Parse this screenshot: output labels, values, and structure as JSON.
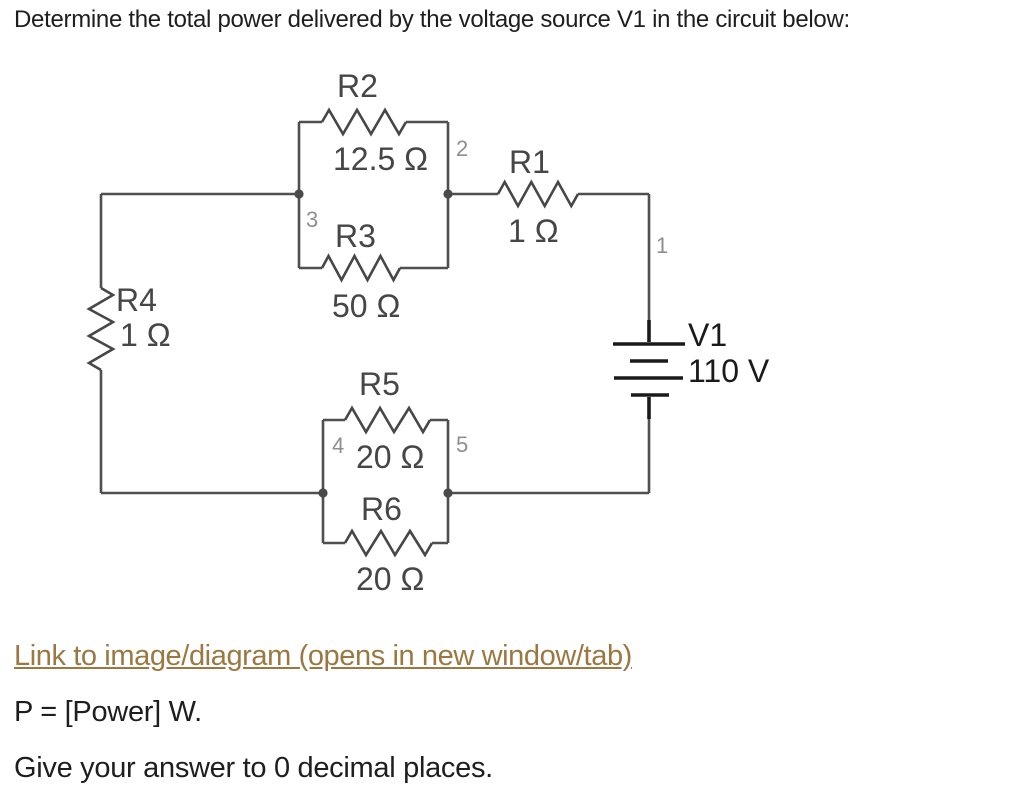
{
  "question": {
    "title": "Determine the total power delivered by the voltage source V1 in the circuit below:",
    "answer_format": "P = [Power] W.",
    "instruction": "Give your answer to 0 decimal places."
  },
  "diagram_link": {
    "label": "Link to image/diagram (opens in new window/tab)"
  },
  "circuit": {
    "source": {
      "name": "V1",
      "value": "110 V"
    },
    "resistors": {
      "r1": {
        "name": "R1",
        "value": "1 Ω"
      },
      "r2": {
        "name": "R2",
        "value": "12.5 Ω"
      },
      "r3": {
        "name": "R3",
        "value": "50 Ω"
      },
      "r4": {
        "name": "R4",
        "value": "1 Ω"
      },
      "r5": {
        "name": "R5",
        "value": "20 Ω"
      },
      "r6": {
        "name": "R6",
        "value": "20 Ω"
      }
    },
    "node_labels": {
      "n1": "1",
      "n2": "2",
      "n3": "3",
      "n4": "4",
      "n5": "5"
    }
  },
  "colors": {
    "wire": "#4f4f4f",
    "component_label": "#464646",
    "node_label": "#8f8f8f",
    "battery": "#1a1a1a",
    "link": "#9b7841",
    "text": "#1e1e1e",
    "background": "#ffffff"
  }
}
